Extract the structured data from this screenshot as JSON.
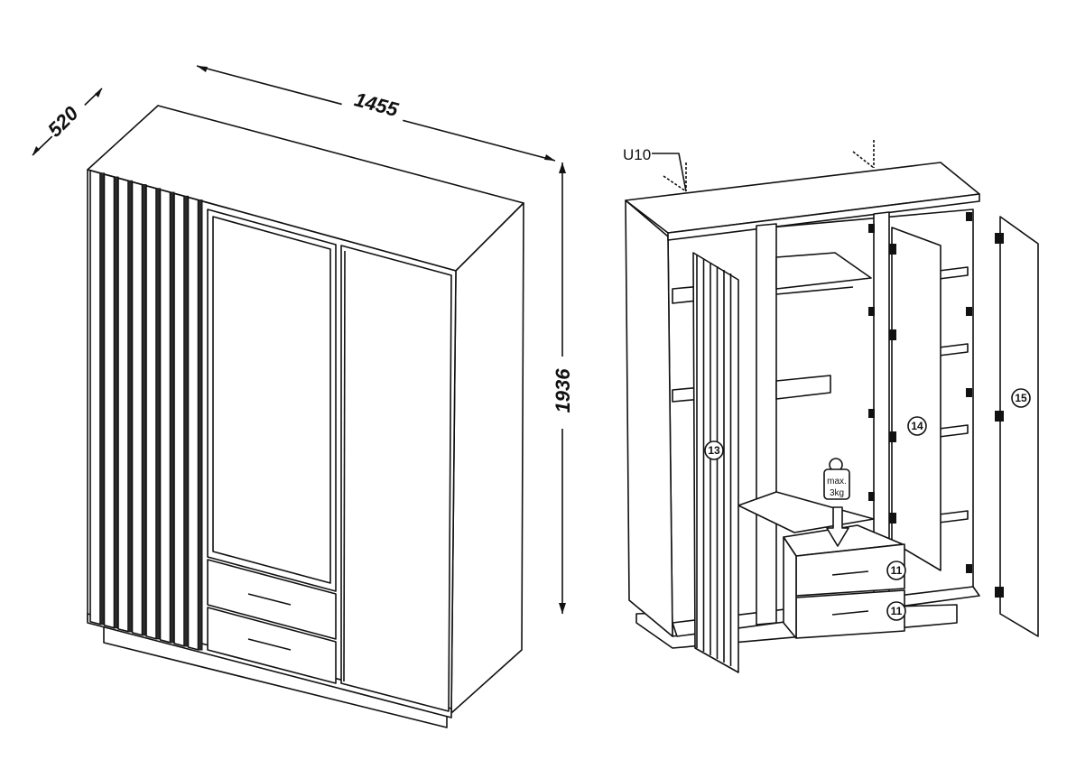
{
  "dimensions": {
    "depth": "520",
    "width": "1455",
    "height": "1936"
  },
  "labels": {
    "fitting": "U10",
    "weight_line1": "max.",
    "weight_line2": "3kg"
  },
  "parts": {
    "door_slatted": "13",
    "door_mirror": "14",
    "door_right": "15",
    "drawer_top": "11",
    "drawer_bottom": "11"
  }
}
